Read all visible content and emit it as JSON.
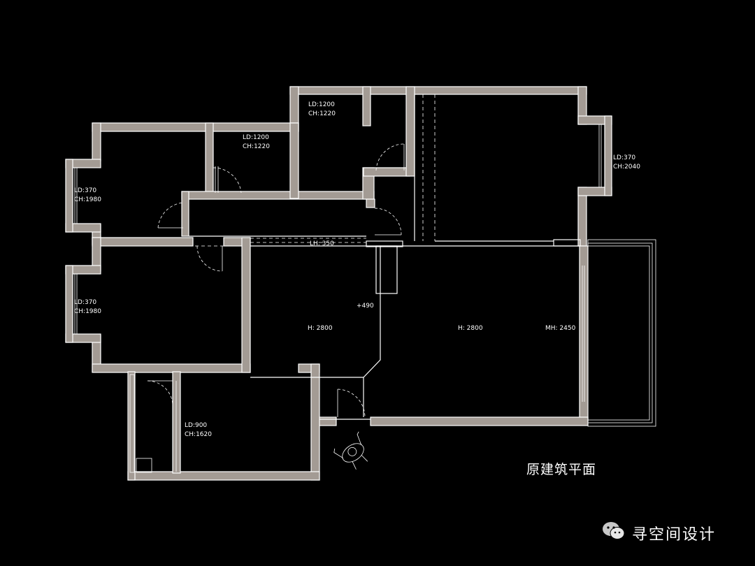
{
  "title": "原建筑平面",
  "brand": {
    "name": "寻空间设计",
    "icon": "wechat-icon"
  },
  "labels": {
    "room_top_small_a": {
      "ld": "LD:1200",
      "ch": "CH:1220"
    },
    "room_top_small_b": {
      "ld": "LD:1200",
      "ch": "CH:1220"
    },
    "window_left_upper": {
      "ld": "LD:370",
      "ch": "CH:1980"
    },
    "window_left_lower": {
      "ld": "LD:370",
      "ch": "CH:1980"
    },
    "window_right_upper": {
      "ld": "LD:370",
      "ch": "CH:2040"
    },
    "window_bottom_room": {
      "ld": "LD:900",
      "ch": "CH:1620"
    },
    "beam": "LH: 350",
    "level": "+490",
    "height_left": "H: 2800",
    "height_center": "H: 2800",
    "height_window": "MH: 2450"
  },
  "colors": {
    "wall": "#a39b94",
    "background": "#000000",
    "line": "#ffffff"
  }
}
